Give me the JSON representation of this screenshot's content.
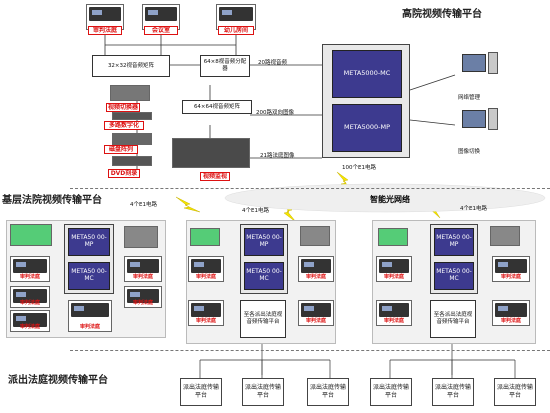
{
  "titles": {
    "high_court": "高院视频传输平台",
    "basic_court": "基层法院视频传输平台",
    "substation": "派出法庭视频传输平台"
  },
  "top_rooms": [
    "审判法庭",
    "会议室",
    "幼儿房间"
  ],
  "top_equipment": {
    "matrix_32": "32×32视音频矩阵",
    "dist_64": "64×8视音频分配器",
    "video_mixer": "视频切换器",
    "av_decoder": "多路数字化",
    "disk_array": "磁盘阵列",
    "dvd_recorder": "DVD刻录",
    "matrix_64": "64×64视音频矩阵",
    "video_monitor": "视频监视"
  },
  "meta_high": [
    "META5000-MC",
    "META5000-MP"
  ],
  "link_labels": {
    "l20": "20路视音频",
    "l200": "200路双向图像",
    "l21": "21路法庭图像",
    "e1_100": "100个E1电路",
    "e1_left": "4个E1电路",
    "e1_center": "4个E1电路",
    "e1_right": "4个E1电路"
  },
  "network_title": "智能光网络",
  "pc_labels": [
    "网络管理",
    "图像切换"
  ],
  "basic_meta": [
    "META50 00-MP",
    "META50 00-MC"
  ],
  "basic_court_label": "审判法庭",
  "basic_platform": "至各派出法庭视音频传输平台",
  "outlet_label": "派出法庭传输平台",
  "colors": {
    "meta_blue": "#3d3a8f",
    "red_label": "#e8231e",
    "lightning": "#f5e600"
  }
}
